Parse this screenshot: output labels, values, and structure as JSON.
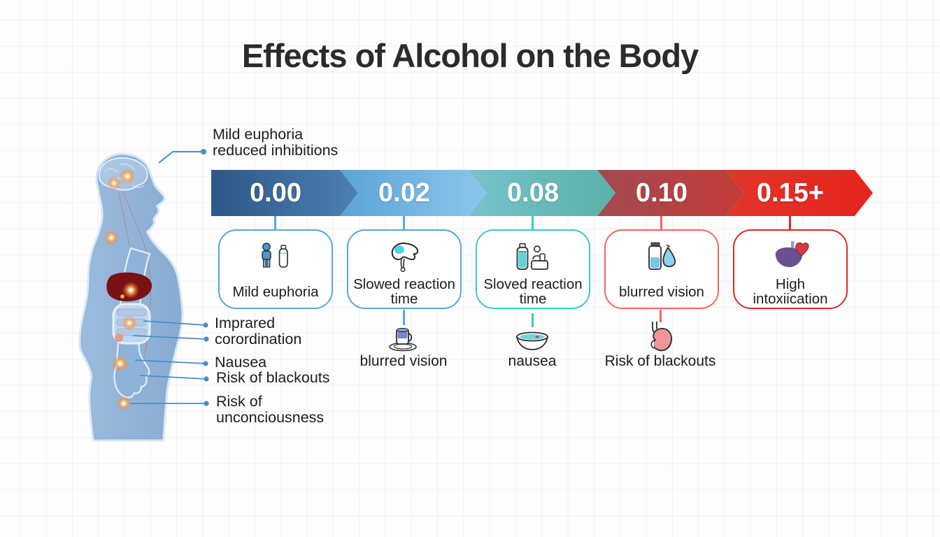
{
  "title": "Effects of Alcohol on the Body",
  "body_figure": {
    "description": "human-side-profile-silhouette-with-highlighted-brain-liver-intestines",
    "brain_annotation": {
      "line1": "Mild euphoria",
      "line2": "reduced inhibitions"
    },
    "annotations": [
      {
        "line1": "Imprared",
        "line2": "corordination"
      },
      {
        "line1": "Nausea",
        "line2": ""
      },
      {
        "line1": "Risk of blackouts",
        "line2": ""
      },
      {
        "line1": "Risk of",
        "line2": "unconciousness"
      }
    ]
  },
  "timeline": {
    "stages": [
      {
        "bac": "0.00",
        "label": "Mild euphoria",
        "icon": "person-and-bottle",
        "seg_c1": "#2d5787",
        "seg_c2": "#4d80b3",
        "border": "#57a7dc",
        "connector": "#57a7dc"
      },
      {
        "bac": "0.02",
        "label": "Slowed reaction time",
        "icon": "liver",
        "seg_c1": "#5ba4d8",
        "seg_c2": "#8cc6ec",
        "border": "#57a7dc",
        "connector": "#57a7dc",
        "sub": {
          "label": "blurred vision",
          "icon": "cup-on-saucer",
          "connector": "#57a7dc"
        }
      },
      {
        "bac": "0.08",
        "label": "Sloved reaction time",
        "icon": "bottle-and-figure",
        "seg_c1": "#74c3cb",
        "seg_c2": "#5cb1a9",
        "border": "#3fc8c0",
        "connector": "#3fc8c0",
        "sub": {
          "label": "nausea",
          "icon": "bowl",
          "connector": "#3fc8c0"
        }
      },
      {
        "bac": "0.10",
        "label": "blurred vision",
        "icon": "bottle-and-flask",
        "seg_c1": "#a24a51",
        "seg_c2": "#c53b37",
        "border": "#f0685a",
        "connector": "#f0685a",
        "sub": {
          "label": "Risk of blackouts",
          "icon": "stomach",
          "connector": "#f0685a"
        }
      },
      {
        "bac": "0.15+",
        "label": "High intoxiication",
        "icon": "liver-and-heart",
        "seg_c1": "#e23529",
        "seg_c2": "#e6231d",
        "border": "#e22822",
        "connector": "#e22822"
      }
    ]
  },
  "colors": {
    "background": "#fdfdfe",
    "grid_line": "#f1eef0",
    "title_text": "#2b2b2b",
    "label_text": "#1d1d1d",
    "callout_line": "#4a8fc4",
    "bac_text": "#ffffff"
  }
}
